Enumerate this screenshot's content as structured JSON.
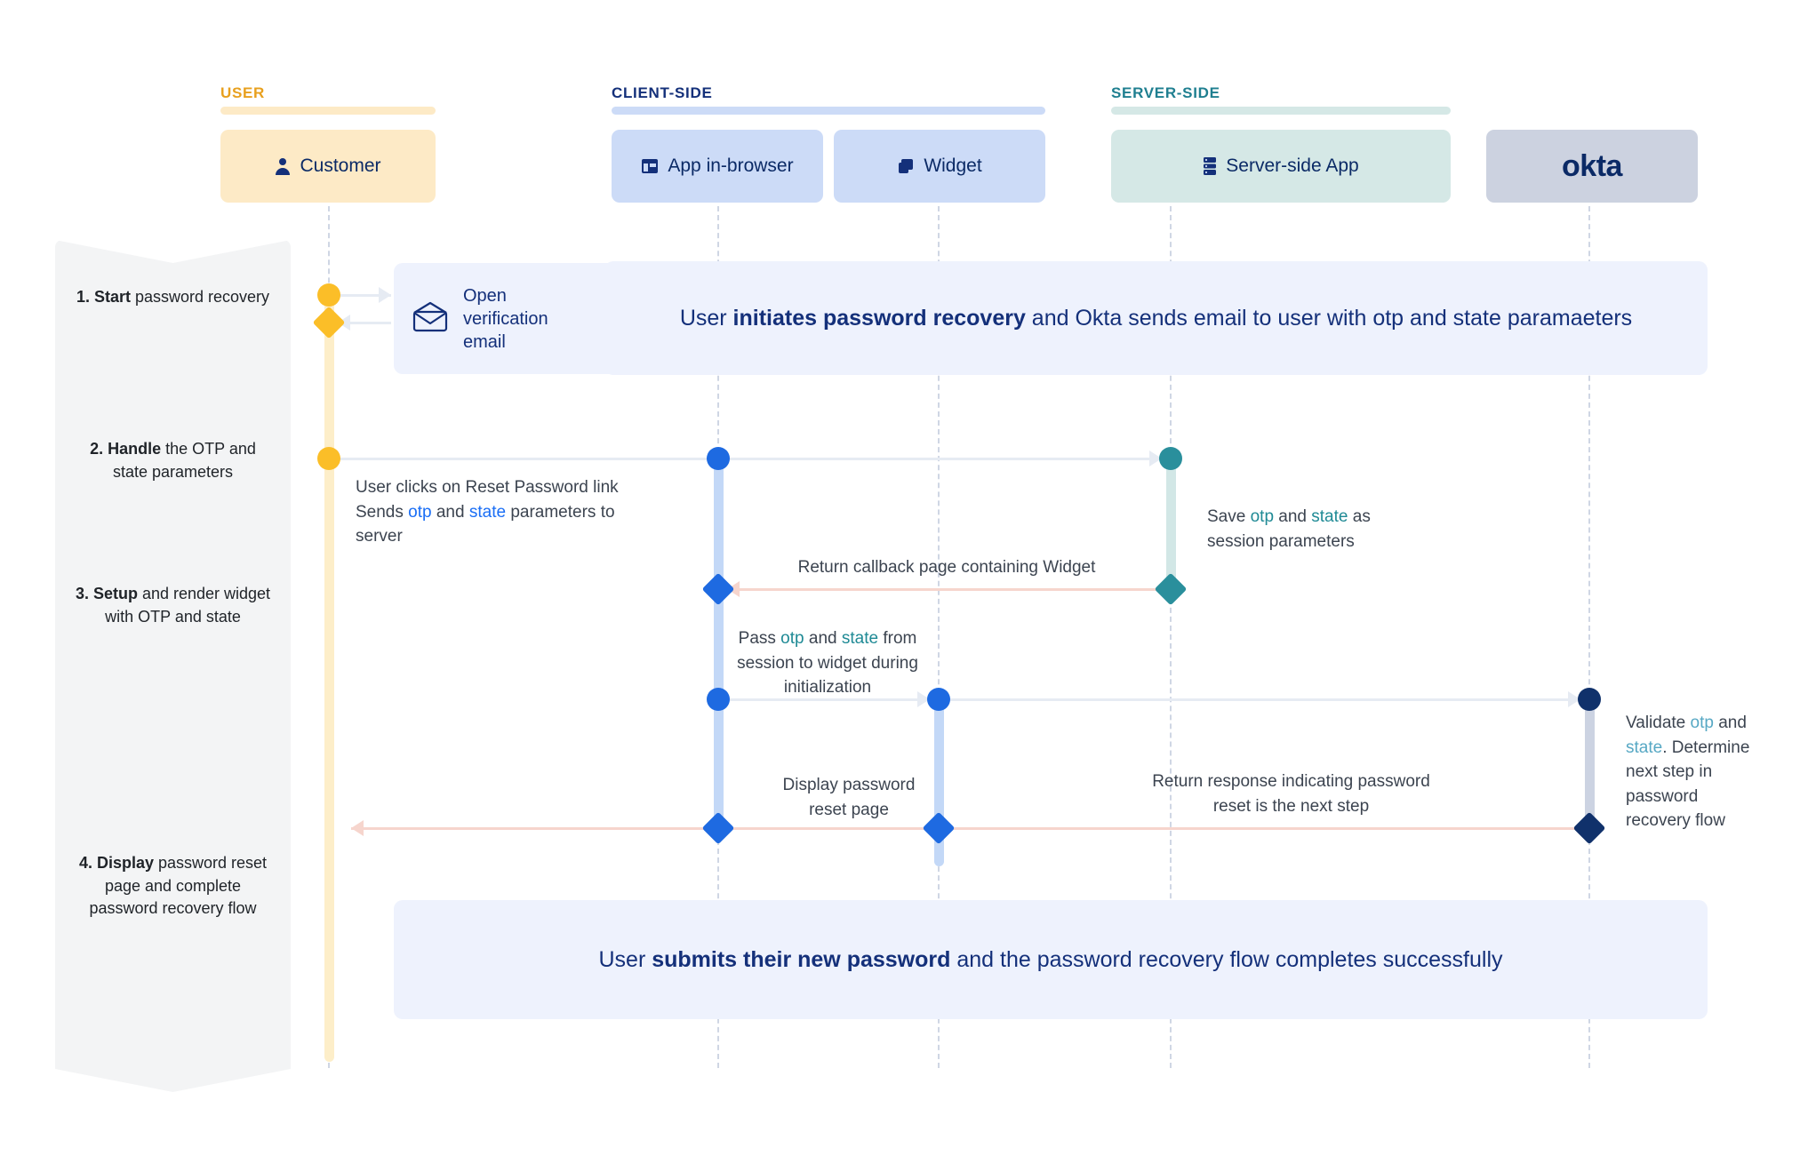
{
  "groups": [
    {
      "name": "USER",
      "label": "USER",
      "color": "#e8a01e",
      "bar": "#fdeac6"
    },
    {
      "name": "CLIENT-SIDE",
      "label": "CLIENT-SIDE",
      "color": "#14307a",
      "bar": "#ccdbf7"
    },
    {
      "name": "SERVER-SIDE",
      "label": "SERVER-SIDE",
      "color": "#1f7f90",
      "bar": "#d5e8e6"
    }
  ],
  "nodes": [
    {
      "id": "customer",
      "label": "Customer",
      "icon": "person-icon",
      "bg": "#fdeac6"
    },
    {
      "id": "app",
      "label": "App in-browser",
      "icon": "browser-window-icon",
      "bg": "#ccdbf7"
    },
    {
      "id": "widget",
      "label": "Widget",
      "icon": "widget-card-icon",
      "bg": "#ccdbf7"
    },
    {
      "id": "server",
      "label": "Server-side App",
      "icon": "server-rack-icon",
      "bg": "#d5e8e6"
    },
    {
      "id": "okta",
      "label": "okta",
      "icon": "okta-logo",
      "bg": "#ccd2e0"
    }
  ],
  "steps": [
    {
      "num": "1.",
      "bold": "Start",
      "rest": " password recovery"
    },
    {
      "num": "2.",
      "bold": "Handle",
      "rest": " the OTP and state parameters"
    },
    {
      "num": "3.",
      "bold": "Setup",
      "rest": " and render widget with OTP and state"
    },
    {
      "num": "4.",
      "bold": "Display",
      "rest": " password reset page and complete password recovery flow"
    }
  ],
  "banners": [
    {
      "id": "banner1",
      "pre": "User ",
      "bold": "initiates password recovery",
      "post": " and Okta sends email to user with otp and state paramaeters"
    },
    {
      "id": "banner2",
      "pre": "User ",
      "bold": "submits their new password",
      "post": " and the password recovery flow completes successfully"
    }
  ],
  "email_card": {
    "line1": "Open",
    "line2": "verification",
    "line3": "email",
    "icon": "open-envelope-icon"
  },
  "messages": [
    {
      "id": "m1",
      "line1": "User clicks on Reset Password link",
      "line2_a": "Sends ",
      "kw1": "otp",
      "line2_b": " and ",
      "kw2": "state",
      "line2_c": " parameters to server"
    },
    {
      "id": "m2",
      "line1_a": "Save ",
      "kw1": "otp",
      "line1_b": " and ",
      "kw2": "state",
      "line1_c": " as",
      "line2": "session parameters"
    },
    {
      "id": "m3",
      "line1": "Return callback page containing Widget"
    },
    {
      "id": "m4",
      "line1_a": "Pass ",
      "kw1": "otp",
      "line1_b": " and ",
      "kw2": "state",
      "line1_c": " from",
      "line2": "session to widget during",
      "line3": "initialization"
    },
    {
      "id": "m5",
      "line1_a": "Validate ",
      "kw1": "otp",
      "line1_b": " and",
      "line2_a": "",
      "kw2": "state",
      "line2_b": ". Determine",
      "line3": "next step in",
      "line4": "password",
      "line5": "recovery flow"
    },
    {
      "id": "m6",
      "line1": "Display password",
      "line2": "reset page"
    },
    {
      "id": "m7",
      "line1": "Return response indicating password",
      "line2": "reset is the next step"
    }
  ],
  "colors": {
    "user_marker": "#fbbe28",
    "user_bar": "#fdeec9",
    "client_marker": "#1e6ae1",
    "client_bar": "#c3d8f7",
    "server_marker": "#2a8f9c",
    "server_bar": "#d2e7e6",
    "okta_marker": "#10316b",
    "okta_bar": "#ccd3e2",
    "arrow_fwd": "#e6ebf3",
    "arrow_ret": "#f6d5cd"
  }
}
